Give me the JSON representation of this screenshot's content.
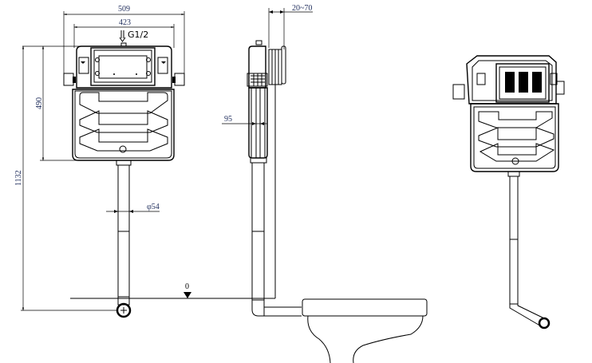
{
  "drawing": {
    "front_view": {
      "overall_width": "509",
      "bracket_width": "423",
      "inlet": "G1/2",
      "tank_height": "490",
      "total_height": "1132",
      "pipe_diameter": "φ54"
    },
    "side_view": {
      "wall_depth": "20~70",
      "depth": "95"
    },
    "floor_level": "0"
  }
}
